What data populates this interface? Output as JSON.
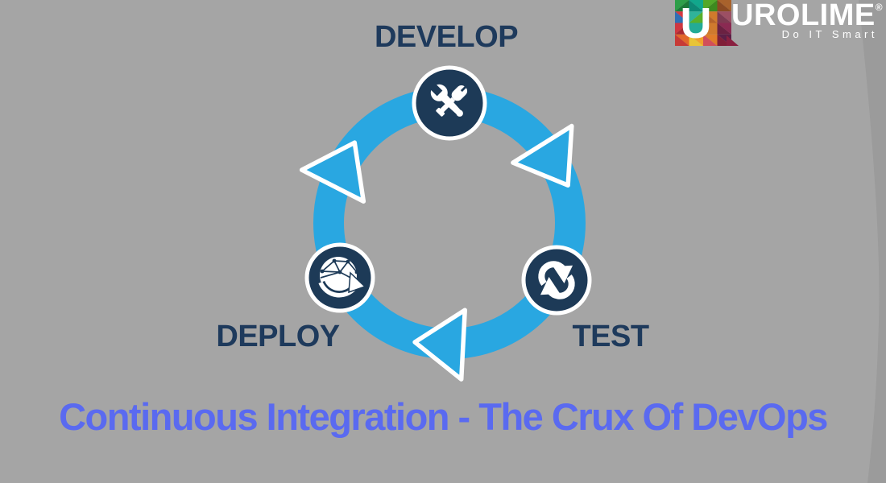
{
  "background": {
    "base_color": "#a5a5a5",
    "band_color": "#9b9b9b"
  },
  "logo": {
    "letter": "U",
    "brand": "UROLIME",
    "registered_mark": "®",
    "tagline": "Do IT Smart",
    "mosaic_palette": [
      "#2e9e49",
      "#11a78c",
      "#53a829",
      "#a8622c",
      "#d63840",
      "#2f6fb5",
      "#cf7a2e",
      "#8a2a52",
      "#e2672c",
      "#f2a02c",
      "#e8c437",
      "#5c1f47"
    ]
  },
  "cycle": {
    "ring_color": "#29a7e1",
    "node_color": "#1d3a57",
    "label_color": "#1e3a5c",
    "direction": "clockwise",
    "stages": [
      {
        "label": "DEVELOP",
        "icon": "tools-icon",
        "position": "top"
      },
      {
        "label": "TEST",
        "icon": "sync-icon",
        "position": "right"
      },
      {
        "label": "DEPLOY",
        "icon": "globe-icon",
        "position": "left"
      }
    ]
  },
  "title": {
    "text": "Continuous Integration - The Crux Of DevOps",
    "color": "#5a6af0"
  }
}
